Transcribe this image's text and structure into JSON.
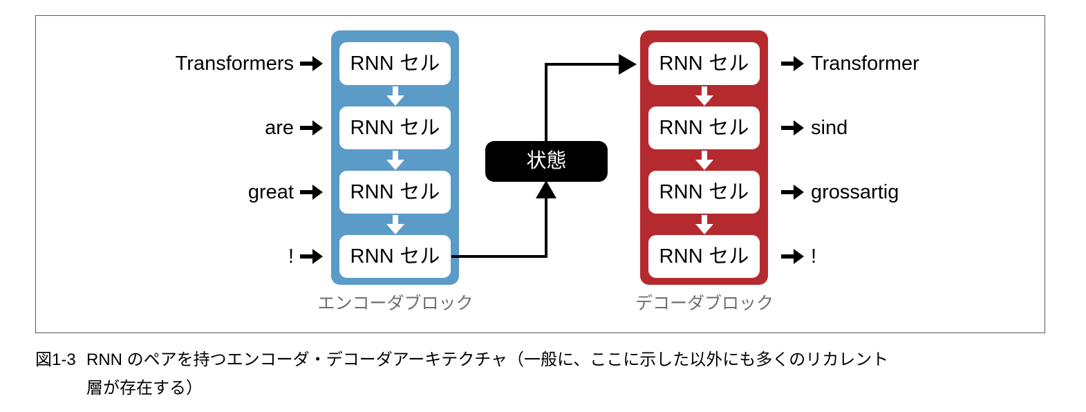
{
  "figure": {
    "frame_border_color": "#58585a",
    "encoder": {
      "block_color": "#5b9bc8",
      "caption": "エンコーダブロック",
      "cells": [
        {
          "label": "RNN セル",
          "input_token": "Transformers"
        },
        {
          "label": "RNN セル",
          "input_token": "are"
        },
        {
          "label": "RNN セル",
          "input_token": "great"
        },
        {
          "label": "RNN セル",
          "input_token": "!"
        }
      ]
    },
    "decoder": {
      "block_color": "#b52a2f",
      "caption": "デコーダブロック",
      "cells": [
        {
          "label": "RNN セル",
          "output_token": "Transformer"
        },
        {
          "label": "RNN セル",
          "output_token": "sind"
        },
        {
          "label": "RNN セル",
          "output_token": "grossartig"
        },
        {
          "label": "RNN セル",
          "output_token": "!"
        }
      ]
    },
    "state": {
      "label": "状態",
      "background_color": "#000000",
      "text_color": "#ffffff"
    },
    "connectors": {
      "encoder_to_state": "from last encoder cell, right then up into state box",
      "state_to_decoder": "from state box top, up then right into first decoder cell",
      "line_color": "#000000"
    }
  },
  "caption": {
    "number": "図1-3",
    "line1": "RNN のペアを持つエンコーダ・デコーダアーキテクチャ（一般に、ここに示した以外にも多くのリカレント",
    "line2": "層が存在する）"
  }
}
